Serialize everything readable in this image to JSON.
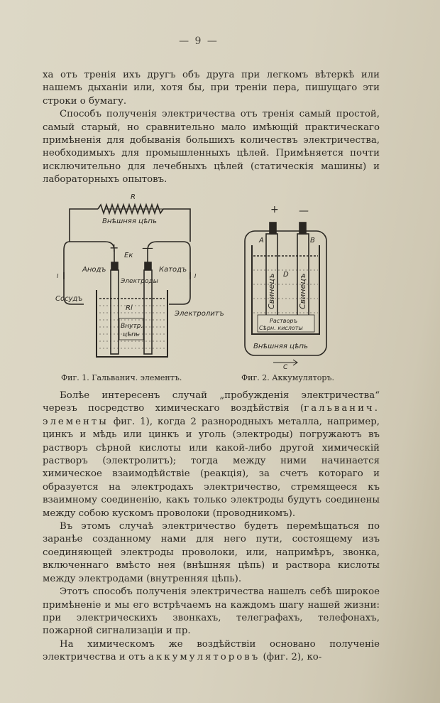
{
  "page_number": "— 9 —",
  "paragraphs_top": [
    "ха отъ тренія ихъ другъ объ друга при легкомъ вѣтеркѣ или нашемъ дыханіи или, хотя бы, при треніи пера, пишущаго эти строки о бумагу.",
    "Способъ полученія электричества отъ тренія самый простой, самый старый, но сравнительно мало имѣющій практическаго примѣненія для добыванія большихъ количествъ электричества, необходимыхъ для промышленныхъ цѣлей. Примѣняется почти исключительно для лечебныхъ цѣлей (статическія машины) и лабораторныхъ опытовъ."
  ],
  "figure1": {
    "caption": "Фиг. 1. Гальванич. элементъ.",
    "labels": {
      "r": "R",
      "external_circuit": "Внѣшняя цѣпь",
      "plus": "+",
      "minus": "—",
      "ek": "Ек",
      "anode": "Анодъ",
      "cathode": "Катодъ",
      "electrodes": "Электроды",
      "vessel": "Сосудъ",
      "ri": "Rі",
      "electrolyte": "Электролитъ",
      "internal_circuit_1": "Внутр.",
      "internal_circuit_2": "цѣпь",
      "i_left": "I",
      "i_right": "I"
    }
  },
  "figure2": {
    "caption": "Фиг. 2. Аккумуляторъ.",
    "labels": {
      "plus": "+",
      "minus": "—",
      "a": "А",
      "b": "В",
      "d": "D",
      "lead_left": "Свинецъ",
      "lead_right": "Свинецъ",
      "solution_1": "Растворъ",
      "solution_2": "Сѣрн. кислоты",
      "external_circuit": "Внѣшняя цѣпь",
      "c": "С"
    }
  },
  "paragraphs_bottom": {
    "p1_before": "Болѣе интересенъ случай „пробужденія электричества“ черезъ посредство химическаго воздѣйствія (",
    "p1_spaced": "гальванич. элементы",
    "p1_after": " фиг. 1), когда 2 разнородныхъ металла, например, цинкъ и мѣдь или цинкъ и уголь (электроды) погружаютъ въ растворъ сѣрной кислоты или какой-либо другой химическій растворъ (электролитъ); тогда между ними начинается химическое взаимодѣйствіе (реакція), за счетъ котораго и образуется на электродахъ электричество, стремящееся къ взаимному соединенію, какъ только электроды будутъ соединены между собою кускомъ проволоки (проводникомъ).",
    "p2": "Въ этомъ случаѣ электричество будетъ перемѣщаться по заранѣе созданному нами для него пути, состоящему изъ соединяющей электроды проволоки, или, напримѣръ, звонка, включеннаго вмѣсто нея (внѣшняя цѣпь) и раствора кислоты между электродами (внутренняя цѣпь).",
    "p3": "Этотъ способъ полученія электричества нашелъ себѣ широкое примѣненіе и мы его встрѣчаемъ на каждомъ шагу нашей жизни: при электрическихъ звонкахъ, телеграфахъ, телефонахъ, пожарной сигнализаціи и пр.",
    "p4_before": "На химическомъ же воздѣйствіи основано полученіе электричества и отъ ",
    "p4_spaced": "аккумуляторовъ",
    "p4_after": " (фиг. 2), ко-"
  }
}
